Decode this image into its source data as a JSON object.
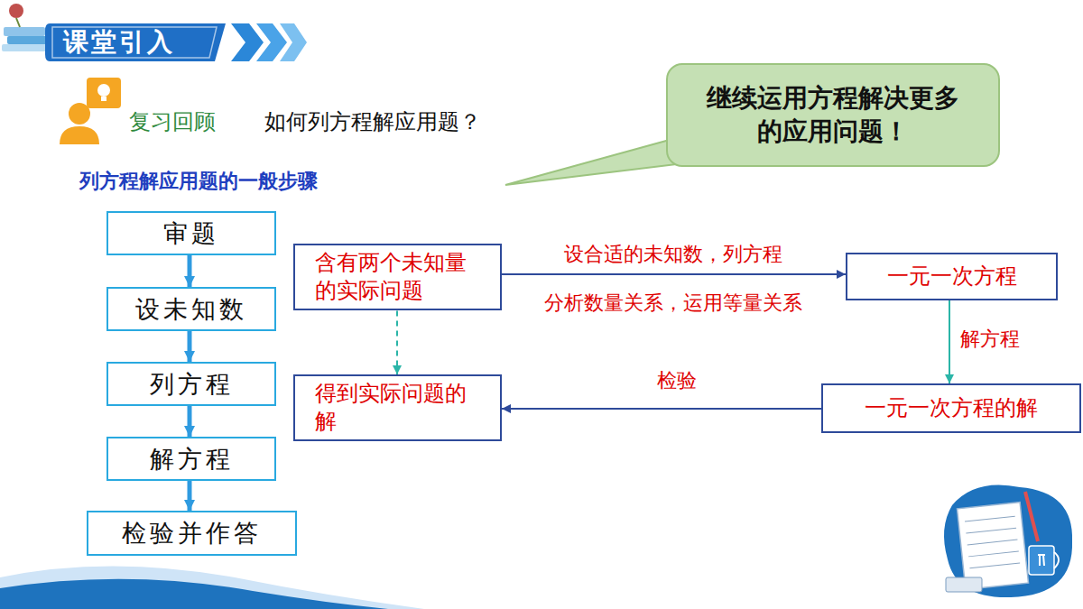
{
  "diagram": {
    "title": "课堂引入",
    "nodes": [
      {
        "text": [
          "继续运用方程解决更多的应用问题！"
        ]
      },
      {
        "text": [
          "审题"
        ]
      },
      {
        "text": [
          "设未知数"
        ]
      },
      {
        "text": [
          "列方程"
        ]
      },
      {
        "text": [
          "解方程"
        ]
      },
      {
        "text": [
          "检验并作答"
        ]
      },
      {
        "text": [
          "含有两个未知量的实际问题"
        ]
      },
      {
        "text": [
          "一元一次方程"
        ]
      },
      {
        "text": [
          "一元一次方程的解"
        ]
      },
      {
        "text": [
          "得到实际问题的解"
        ]
      }
    ],
    "edges": [
      {
        "from": 1,
        "to": 2,
        "arrow": "to"
      },
      {
        "from": 2,
        "to": 3,
        "arrow": "to"
      },
      {
        "from": 3,
        "to": 4,
        "arrow": "to"
      },
      {
        "from": 4,
        "to": 5,
        "arrow": "to"
      },
      {
        "from": 6,
        "to": 7,
        "label": "设合适的未知数，列方程",
        "arrow": "to"
      },
      {
        "from": 7,
        "to": 8,
        "label": "解方程",
        "arrow": "to"
      },
      {
        "from": 8,
        "to": 9,
        "label": "检验",
        "arrow": "to"
      },
      {
        "from": 6,
        "to": 9,
        "arrow": "to"
      }
    ],
    "labels": [
      "复习回顾",
      "如何列方程解应用题？",
      "列方程解应用题的一般步骤",
      "分析数量关系，运用等量关系"
    ]
  }
}
